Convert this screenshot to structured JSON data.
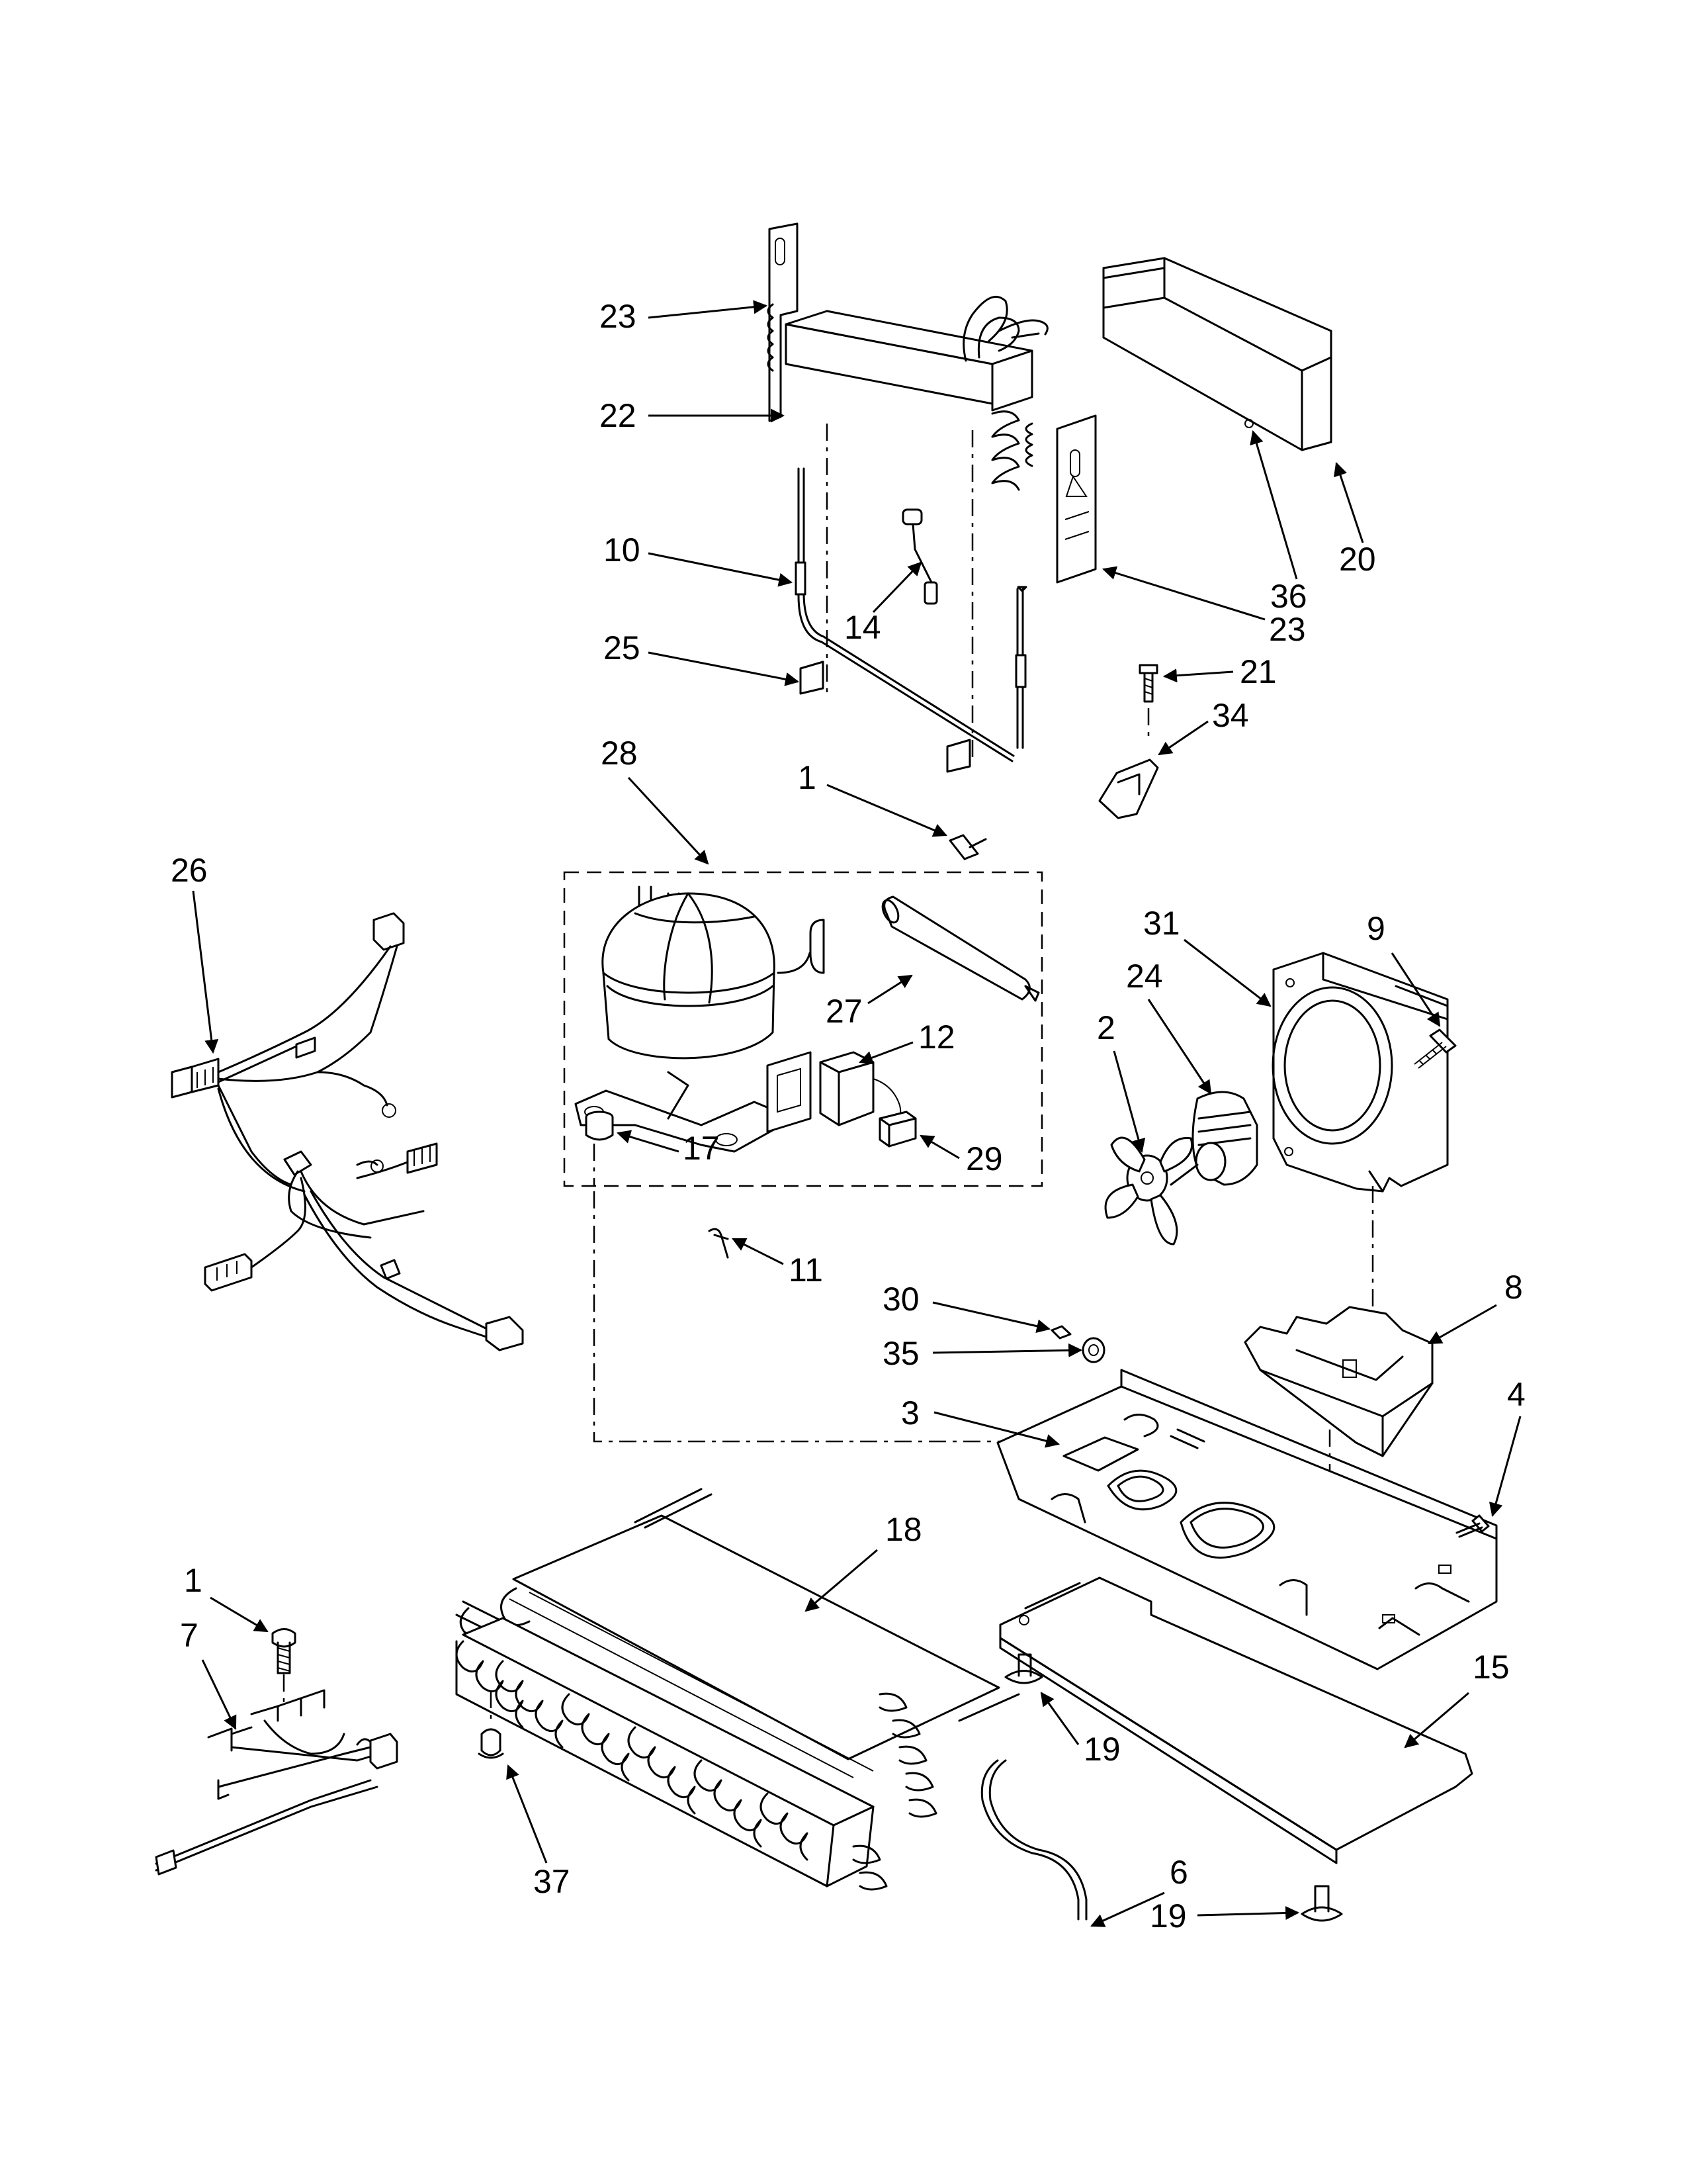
{
  "callouts": [
    {
      "id": "c23a",
      "label": "23"
    },
    {
      "id": "c22",
      "label": "22"
    },
    {
      "id": "c10",
      "label": "10"
    },
    {
      "id": "c25",
      "label": "25"
    },
    {
      "id": "c14",
      "label": "14"
    },
    {
      "id": "c20",
      "label": "20"
    },
    {
      "id": "c36",
      "label": "36"
    },
    {
      "id": "c23b",
      "label": "23"
    },
    {
      "id": "c21",
      "label": "21"
    },
    {
      "id": "c34",
      "label": "34"
    },
    {
      "id": "c28",
      "label": "28"
    },
    {
      "id": "c1a",
      "label": "1"
    },
    {
      "id": "c26",
      "label": "26"
    },
    {
      "id": "c27",
      "label": "27"
    },
    {
      "id": "c12",
      "label": "12"
    },
    {
      "id": "c17",
      "label": "17"
    },
    {
      "id": "c29",
      "label": "29"
    },
    {
      "id": "c31",
      "label": "31"
    },
    {
      "id": "c9",
      "label": "9"
    },
    {
      "id": "c24",
      "label": "24"
    },
    {
      "id": "c2",
      "label": "2"
    },
    {
      "id": "c11",
      "label": "11"
    },
    {
      "id": "c30",
      "label": "30"
    },
    {
      "id": "c35",
      "label": "35"
    },
    {
      "id": "c8",
      "label": "8"
    },
    {
      "id": "c3",
      "label": "3"
    },
    {
      "id": "c4",
      "label": "4"
    },
    {
      "id": "c18",
      "label": "18"
    },
    {
      "id": "c1b",
      "label": "1"
    },
    {
      "id": "c7",
      "label": "7"
    },
    {
      "id": "c15",
      "label": "15"
    },
    {
      "id": "c19a",
      "label": "19"
    },
    {
      "id": "c6",
      "label": "6"
    },
    {
      "id": "c19b",
      "label": "19"
    },
    {
      "id": "c37",
      "label": "37"
    }
  ]
}
